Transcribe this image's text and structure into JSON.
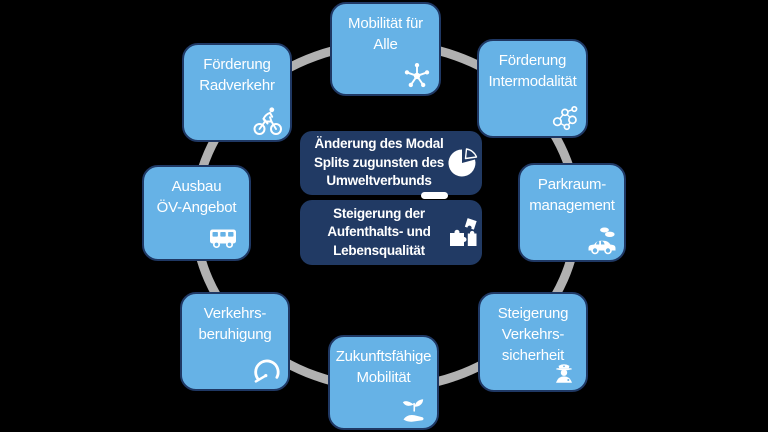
{
  "diagram": {
    "colors": {
      "background": "#000000",
      "node_fill": "#66B2E6",
      "node_border": "#1F3864",
      "center_fill": "#213A64",
      "ring_stroke": "#B1B1B1",
      "text": "#FFFFFF"
    },
    "ring_nodes": [
      {
        "label": "Mobilität für\nAlle",
        "icon": "hub-network-icon",
        "position": "top"
      },
      {
        "label": "Förderung\nIntermodalität",
        "icon": "connected-nodes-icon",
        "position": "top-right"
      },
      {
        "label": "Parkraum-\nmanagement",
        "icon": "car-coins-icon",
        "position": "right"
      },
      {
        "label": "Steigerung\nVerkehrs-\nsicherheit",
        "icon": "police-officer-icon",
        "position": "bottom-right"
      },
      {
        "label": "Zukunftsfähige\nMobilität",
        "icon": "hand-plant-icon",
        "position": "bottom"
      },
      {
        "label": "Verkehrs-\nberuhigung",
        "icon": "speedometer-icon",
        "position": "bottom-left"
      },
      {
        "label": "Ausbau\nÖV-Angebot",
        "icon": "bus-icon",
        "position": "left"
      },
      {
        "label": "Förderung\nRadverkehr",
        "icon": "bicycle-icon",
        "position": "top-left"
      }
    ],
    "center_goals": [
      {
        "label": "Änderung des Modal\nSplits zugunsten des\nUmweltverbunds",
        "icon": "pie-chart-icon"
      },
      {
        "label": "Steigerung der\nAufenthalts- und\nLebensqualität",
        "icon": "puzzle-pieces-icon"
      }
    ]
  }
}
